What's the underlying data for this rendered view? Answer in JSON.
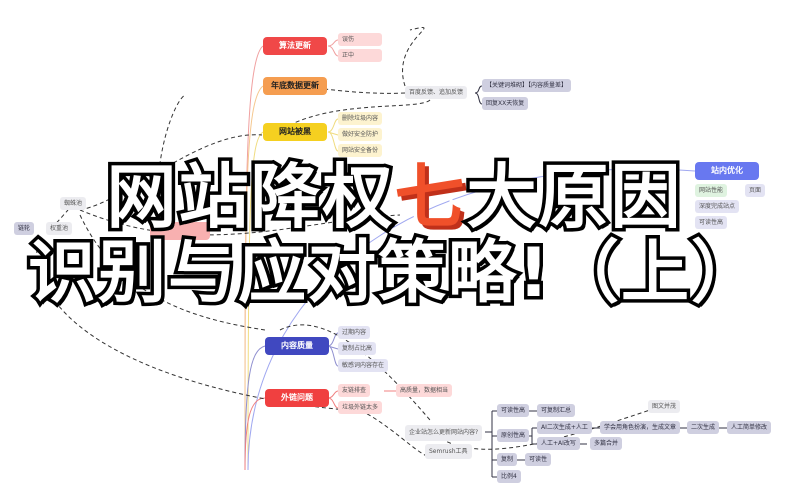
{
  "title": {
    "line1_a": "网站降权",
    "line1_seven": "七",
    "line1_b": "大原因",
    "line2": "识别与应对策略!（上）"
  },
  "branches": {
    "algo": "算法更新",
    "yearend": "年底数据更新",
    "hacked": "网站被黑",
    "onsite": "站内优化",
    "content": "内容质量",
    "links": "外链问题"
  },
  "algo_children": [
    "误伤",
    "正中"
  ],
  "feedback": {
    "label": "百度反馈、追加反馈",
    "children": [
      "【关键词堆砌】【内容质量差】",
      "回复XX天恢复"
    ]
  },
  "hacked_children": [
    "删除垃圾内容",
    "做好安全防护",
    "网站安全备份"
  ],
  "onsite_children": [
    "网站性能",
    "页面",
    "深度完成站点",
    "可读性高"
  ],
  "content_children": [
    "过期内容",
    "复制占比高",
    "敏感词内容存在"
  ],
  "links_children": [
    "友链排查",
    "垃圾外链太多"
  ],
  "links_extra": "高质量，数据相当",
  "left": {
    "spider": "蜘蛛池",
    "chain": "链轮",
    "weight": "权重池"
  },
  "update": {
    "question": "企业站怎么更新网站内容?",
    "semrush": "Semrush工具",
    "readable": "可读性高",
    "readable_child": "可复制汇总",
    "original": "原创性高",
    "ai": "AI二次生成+人工",
    "ai_chain": [
      "学会用角色扮演，生成文章",
      "二次生成",
      "人工简单修改"
    ],
    "human": "人工+AI改写",
    "merge": "多篇合并",
    "copy": "复制",
    "copy_child": "可读性",
    "ratio": "比例4",
    "pics": "图文并茂"
  }
}
